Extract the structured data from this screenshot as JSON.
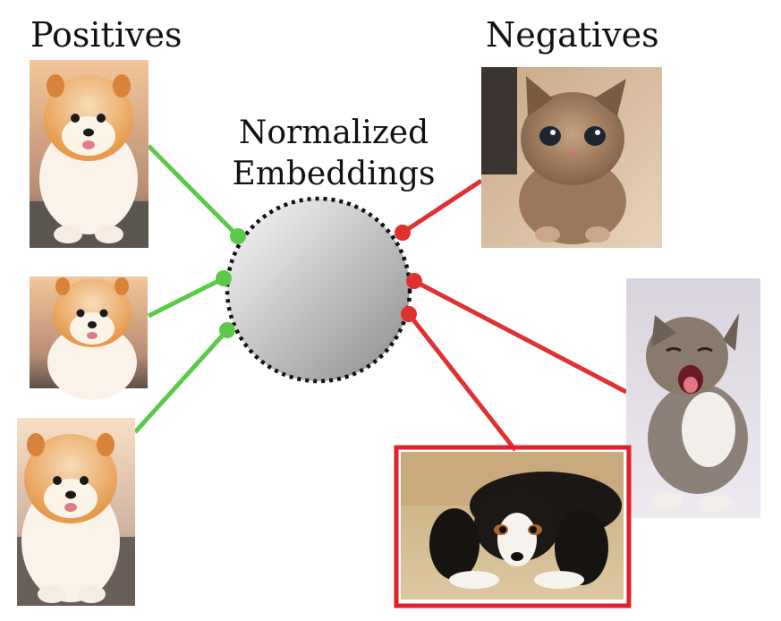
{
  "positives": {
    "title": "Positives"
  },
  "negatives": {
    "title": "Negatives"
  },
  "embedding": {
    "line1": "Normalized",
    "line2": "Embeddings"
  },
  "colors": {
    "positive_link": "#5cc94a",
    "negative_link": "#e03030",
    "highlight_frame": "#e0202a",
    "sphere_light": "#fafafa",
    "sphere_dark": "#8c8c8c"
  },
  "images": [
    {
      "id": "pos-1",
      "kind": "positive",
      "icon": "pomeranian-dog-photo"
    },
    {
      "id": "pos-2",
      "kind": "positive",
      "icon": "pomeranian-dog-photo"
    },
    {
      "id": "pos-3",
      "kind": "positive",
      "icon": "pomeranian-dog-photo"
    },
    {
      "id": "neg-1",
      "kind": "negative",
      "icon": "kitten-photo"
    },
    {
      "id": "neg-2",
      "kind": "negative",
      "icon": "yawning-kitten-photo"
    },
    {
      "id": "neg-3",
      "kind": "negative",
      "icon": "spaniel-dog-photo",
      "highlighted": true
    }
  ]
}
